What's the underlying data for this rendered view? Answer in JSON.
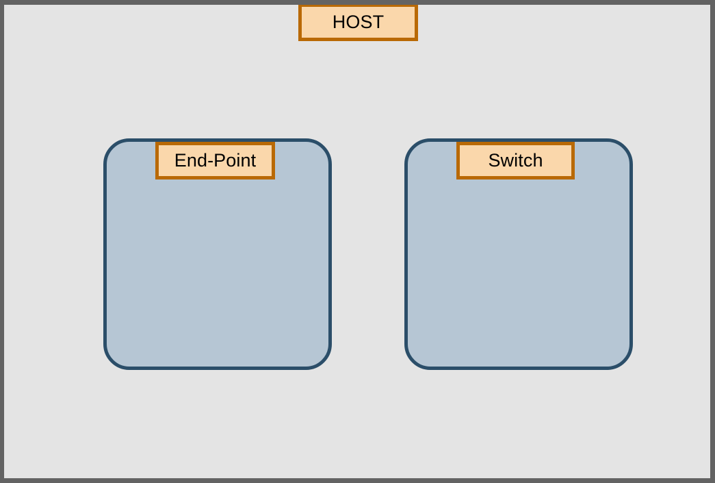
{
  "diagram": {
    "type": "nested-container-diagram",
    "title_label": "HOST",
    "canvas_background": "#e4e4e4",
    "frame_color": "#636363",
    "zones": [
      {
        "id": "endpoint",
        "label": "End-Point",
        "fill": "#b6c6d4",
        "border": "#2b4e69"
      },
      {
        "id": "switch",
        "label": "Switch",
        "fill": "#b6c6d4",
        "border": "#2b4e69"
      }
    ],
    "label_style": {
      "fill": "#fad7ab",
      "border": "#b96905",
      "text_color": "#000000"
    }
  }
}
